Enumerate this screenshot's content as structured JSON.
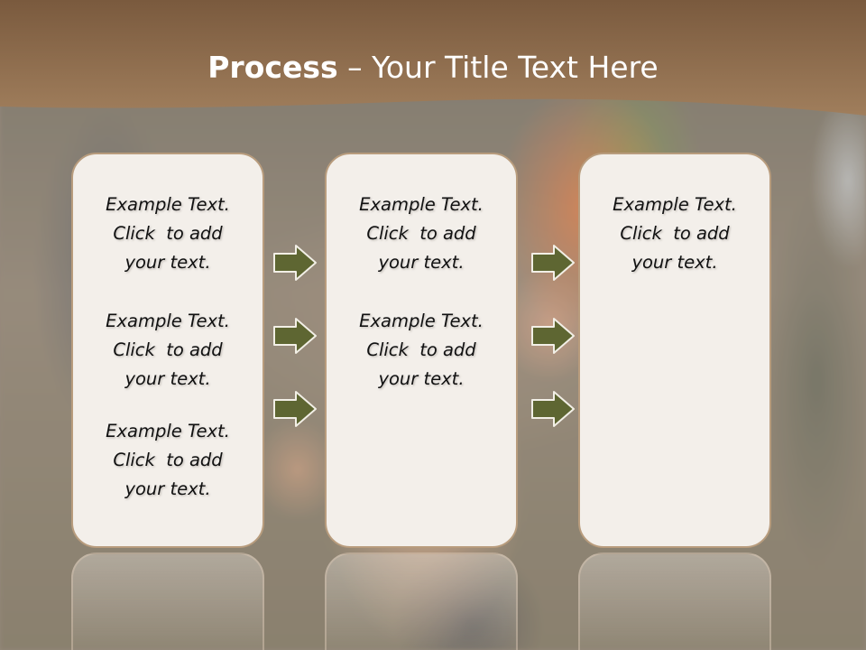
{
  "title": {
    "bold": "Process",
    "rest": " – Your Title Text Here"
  },
  "colors": {
    "header": "#8a6a4c",
    "box_fill": "#f3efea",
    "box_border": "#b89c7d",
    "arrow_fill": "#5e6632",
    "arrow_stroke": "#f2efe6"
  },
  "columns": [
    {
      "items": [
        {
          "line1": "Example Text.",
          "line2": "Click  to add",
          "line3": "your text."
        },
        {
          "line1": "Example Text.",
          "line2": "Click  to add",
          "line3": "your text."
        },
        {
          "line1": "Example Text.",
          "line2": "Click  to add",
          "line3": "your text."
        }
      ]
    },
    {
      "items": [
        {
          "line1": "Example Text.",
          "line2": "Click  to add",
          "line3": "your text."
        },
        {
          "line1": "Example Text.",
          "line2": "Click  to add",
          "line3": "your text."
        }
      ]
    },
    {
      "items": [
        {
          "line1": "Example Text.",
          "line2": "Click  to add",
          "line3": "your text."
        }
      ]
    }
  ],
  "arrow_icon": "right-arrow-icon"
}
